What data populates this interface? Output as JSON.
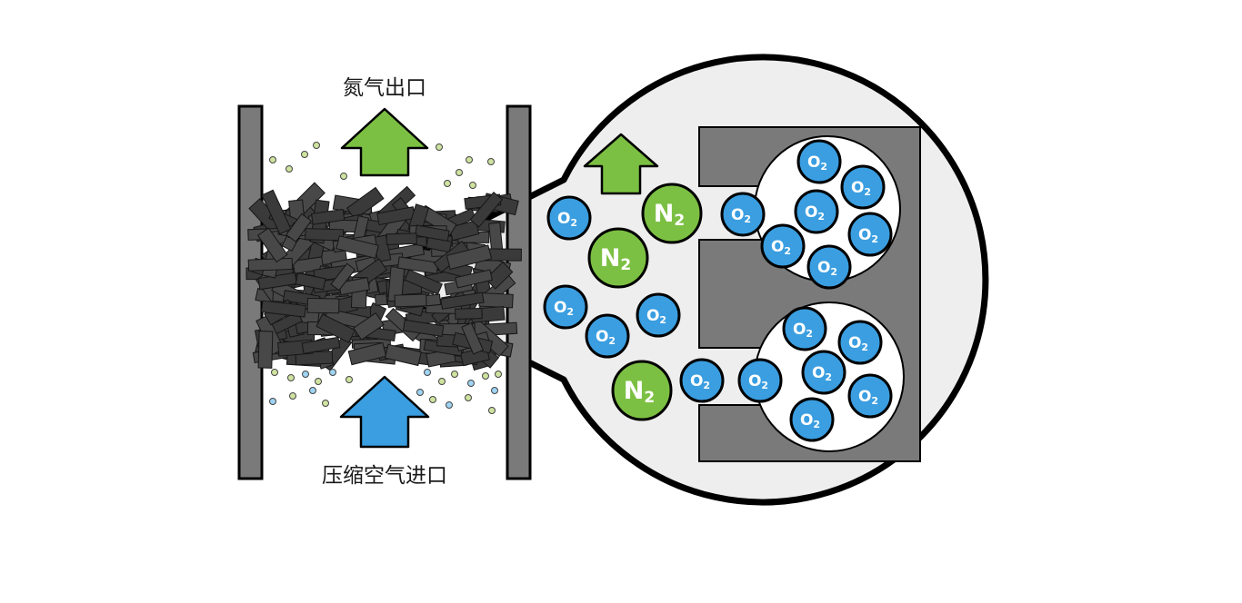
{
  "labels": {
    "outlet": "氮气出口",
    "inlet": "压缩空气进口"
  },
  "molecules": {
    "o2": "O",
    "n2": "N",
    "subscript": "2"
  },
  "colors": {
    "o2_fill": "#3a9ee0",
    "n2_fill": "#7cc043",
    "outlet_arrow": "#7cc043",
    "inlet_arrow": "#3a9ee0",
    "wall": "#7a7a7a",
    "carbon": "#3d3d3d",
    "bubble_bg": "#eeeeee"
  }
}
